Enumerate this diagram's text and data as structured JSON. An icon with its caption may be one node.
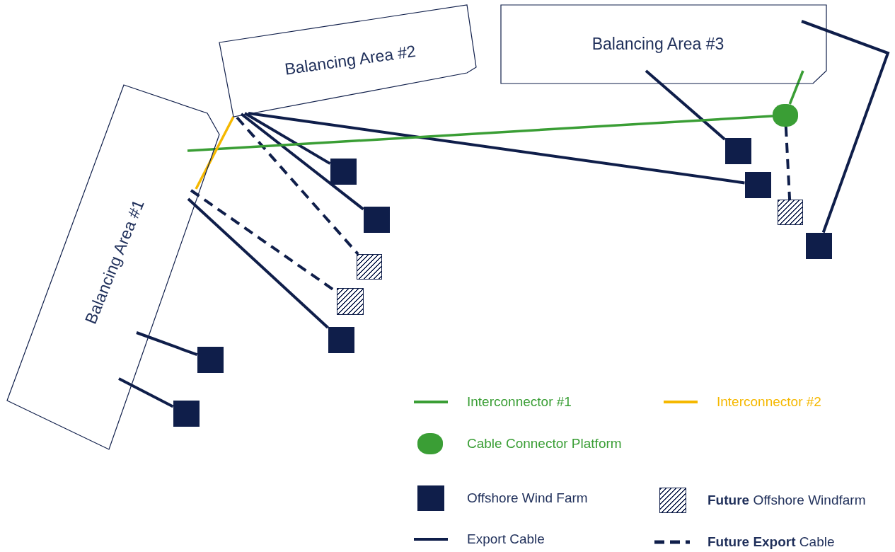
{
  "diagram": {
    "nodes": [
      {
        "text": [
          "Balancing Area #1"
        ]
      },
      {
        "text": [
          "Balancing Area #2"
        ]
      },
      {
        "text": [
          "Balancing Area #3"
        ]
      },
      {
        "text": [],
        "shape": "circle"
      },
      {
        "text": [],
        "shape": "box"
      },
      {
        "text": [],
        "shape": "box"
      },
      {
        "text": [],
        "shape": "box"
      },
      {
        "text": [],
        "shape": "box"
      },
      {
        "text": [],
        "shape": "box"
      },
      {
        "text": [],
        "shape": "box"
      },
      {
        "text": [],
        "shape": "box"
      },
      {
        "text": [],
        "shape": "box"
      },
      {
        "text": [],
        "shape": "box"
      },
      {
        "text": [],
        "shape": "box"
      },
      {
        "text": [],
        "shape": "box"
      }
    ],
    "edges": [
      {
        "from": 1,
        "to": 5,
        "arrow": "none"
      },
      {
        "from": 1,
        "to": 8,
        "arrow": "none"
      },
      {
        "from": 1,
        "to": 10,
        "arrow": "none",
        "style": "dashed"
      },
      {
        "from": 1,
        "to": 6,
        "arrow": "none"
      },
      {
        "from": 0,
        "to": 11,
        "arrow": "none",
        "style": "dashed"
      },
      {
        "from": 0,
        "to": 12,
        "arrow": "none"
      },
      {
        "from": 0,
        "to": 13,
        "arrow": "none"
      },
      {
        "from": 0,
        "to": 14,
        "arrow": "none"
      },
      {
        "from": 2,
        "to": 4,
        "arrow": "none"
      },
      {
        "from": 2,
        "to": 9,
        "arrow": "none"
      },
      {
        "from": 3,
        "to": 7,
        "arrow": "none",
        "style": "dashed"
      },
      {
        "from": 0,
        "to": 3,
        "arrow": "none",
        "color": "#3a9e35"
      },
      {
        "from": 3,
        "to": 2,
        "arrow": "none",
        "color": "#3a9e35"
      },
      {
        "from": 0,
        "to": 1,
        "arrow": "none",
        "color": "#f5b800"
      }
    ],
    "legend": [
      {
        "text": "Interconnector #1"
      },
      {
        "text": "Interconnector #2"
      },
      {
        "text": "Cable Connector Platform"
      },
      {
        "text": "Offshore Wind Farm",
        "color": "#0f1e4a"
      },
      {
        "text": "**Future** Offshore Windfarm"
      },
      {
        "text": "Export Cable"
      },
      {
        "text": "**Future Export** Cable"
      }
    ]
  }
}
